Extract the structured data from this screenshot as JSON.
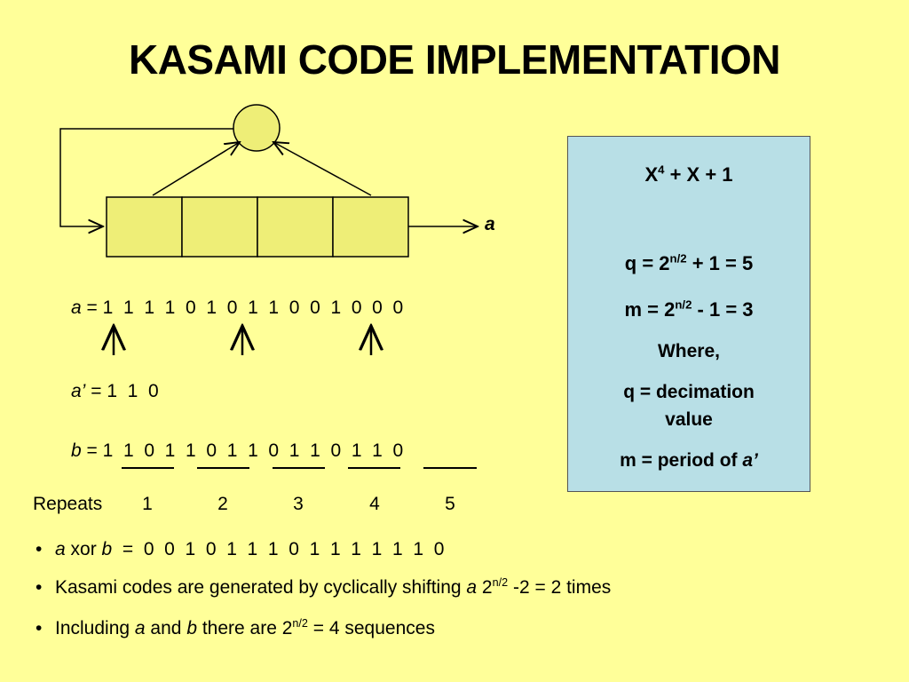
{
  "title": "KASAMI CODE IMPLEMENTATION",
  "register": {
    "output_label": "a"
  },
  "seq_a": {
    "var": "a",
    "eq": "=",
    "bits": "1  1  1  1  0  1  0  1  1  0  0  1  0  0  0"
  },
  "seq_a_prime": {
    "var": "a’",
    "eq": "=",
    "bits": "1  1  0"
  },
  "seq_b": {
    "var": "b",
    "eq": "=",
    "bits": "1  1  0  1  1  0  1  1  0  1  1  0  1  1  0"
  },
  "repeats": {
    "label": "Repeats",
    "numbers": [
      "1",
      "2",
      "3",
      "4",
      "5"
    ]
  },
  "info_box": {
    "poly_x": "X",
    "poly_exp": "4",
    "poly_rest": " + X + 1",
    "q_pre": "q = 2",
    "q_exp": "n/2",
    "q_post": " + 1 = 5",
    "m_pre": "m = 2",
    "m_exp": "n/2",
    "m_post": " - 1 = 3",
    "where": "Where,",
    "q_def_1": "q = decimation",
    "q_def_2": "value",
    "m_def_pre": "m = period of ",
    "m_def_var": "a’"
  },
  "bullets": {
    "dot": "•",
    "b1_var_a": "a",
    "b1_xor": " xor ",
    "b1_var_b": "b",
    "b1_rest": "  =  0  0  1  0  1  1  1  0  1  1  1  1  1  1  0",
    "b2_pre": "Kasami codes are generated by cyclically shifting ",
    "b2_var": "a",
    "b2_base": " 2",
    "b2_exp": "n/2",
    "b2_post": " -2 = 2 times",
    "b3_pre": "Including ",
    "b3_var_a": "a",
    "b3_mid": " and ",
    "b3_var_b": "b",
    "b3_mid2": " there are 2",
    "b3_exp": "n/2",
    "b3_post": " = 4 sequences"
  }
}
